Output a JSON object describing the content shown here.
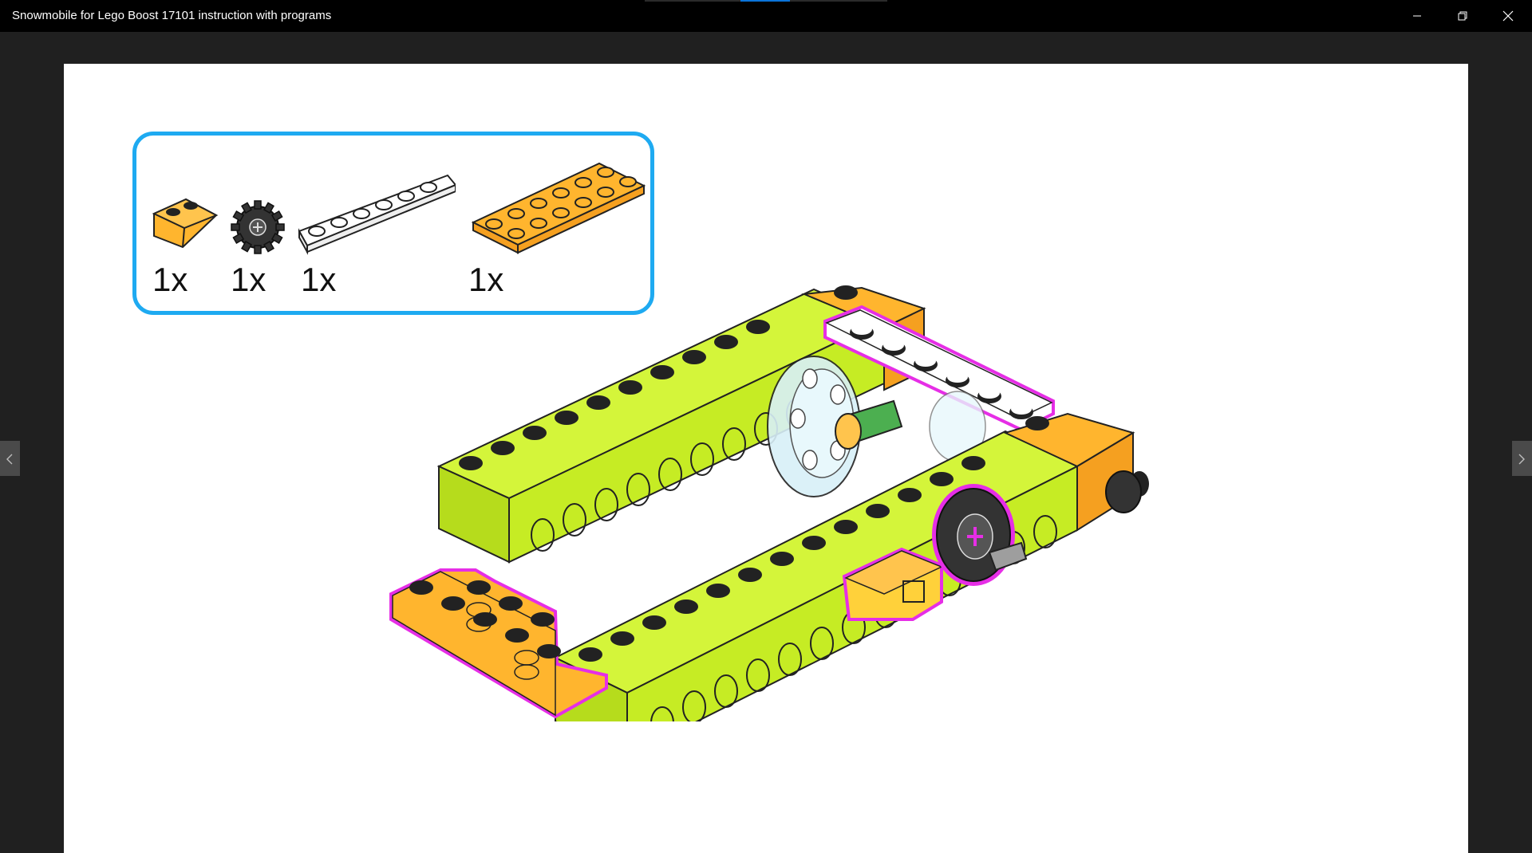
{
  "window": {
    "title": "Snowmobile for Lego Boost 17101 instruction with programs",
    "controls": {
      "minimize_icon": "minimize-icon",
      "maximize_icon": "restore-icon",
      "close_icon": "close-icon"
    }
  },
  "viewer": {
    "prev_icon": "chevron-left-icon",
    "next_icon": "chevron-right-icon"
  },
  "step": {
    "parts": [
      {
        "name": "orange-slope-brick",
        "qty": "1x",
        "color": "#f5a623"
      },
      {
        "name": "black-gear",
        "qty": "1x",
        "color": "#222222"
      },
      {
        "name": "white-plate",
        "qty": "1x",
        "color": "#ffffff"
      },
      {
        "name": "orange-plate",
        "qty": "1x",
        "color": "#f5a623"
      }
    ]
  },
  "colors": {
    "titlebar": "#000000",
    "viewer_bg": "#202020",
    "parts_border": "#1eaaf1",
    "lime": "#c6f02a",
    "orange": "#ffb52e",
    "highlight": "#e62ee6"
  }
}
